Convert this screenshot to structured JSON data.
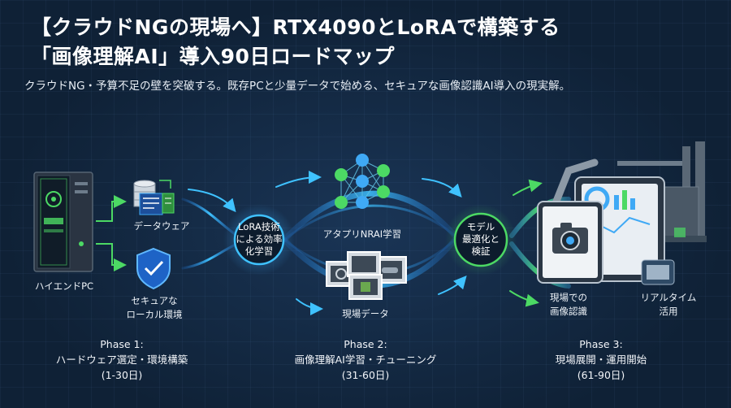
{
  "title_line1": "【クラウドNGの現場へ】RTX4090とLoRAで構築する",
  "title_line2": "「画像理解AI」導入90日ロードマップ",
  "subtitle": "クラウドNG・予算不足の壁を突破する。既存PCと少量データで始める、セキュアな画像認識AI導入の現実解。",
  "labels": {
    "high_end_pc": "ハイエンドPC",
    "data_ware": "データウェア",
    "secure_local_1": "セキュアな",
    "secure_local_2": "ローカル環境",
    "adapted_ai": "アタプリNRAI学習",
    "field_data": "現場データ",
    "onsite_1": "現場での",
    "onsite_2": "画像認識",
    "realtime_1": "リアルタイム",
    "realtime_2": "活用"
  },
  "circles": {
    "lora_1": "LoRA技術",
    "lora_2": "による効率",
    "lora_3": "化学習",
    "model_1": "モデル",
    "model_2": "最適化と",
    "model_3": "検証"
  },
  "phases": [
    {
      "name": "Phase 1:",
      "desc": "ハードウェア選定・環境構築",
      "range": "(1-30日)"
    },
    {
      "name": "Phase 2:",
      "desc": "画像理解AI学習・チューニング",
      "range": "(31-60日)"
    },
    {
      "name": "Phase 3:",
      "desc": "現場展開・運用開始",
      "range": "(61-90日)"
    }
  ],
  "colors": {
    "background": "#0f2136",
    "blue_accent": "#3fa9f5",
    "green_accent": "#4cd964"
  },
  "icons": [
    "pc-tower-icon",
    "database-icon",
    "shield-check-icon",
    "neural-network-icon",
    "image-stack-icon",
    "tablet-camera-icon",
    "factory-robot-icon"
  ]
}
